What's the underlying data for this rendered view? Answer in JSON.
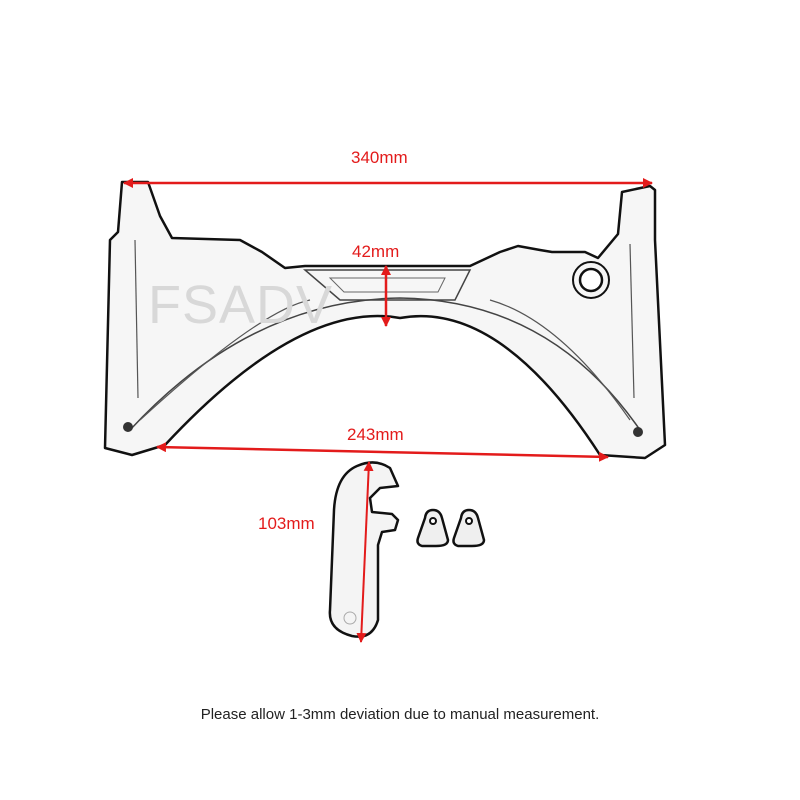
{
  "diagram": {
    "watermark": "FSADV",
    "dimensions": {
      "overall_width": "340mm",
      "center_height": "42mm",
      "inner_span": "243mm",
      "bracket_length": "103mm"
    },
    "parts": [
      "main-bracket-plate",
      "hook-bracket",
      "tab-1",
      "tab-2"
    ],
    "colors": {
      "dimension": "#e31b1b",
      "outline": "#111111",
      "fill": "#f6f6f6",
      "text": "#222222"
    }
  },
  "footer": {
    "note": "Please allow 1-3mm deviation due to manual measurement."
  }
}
